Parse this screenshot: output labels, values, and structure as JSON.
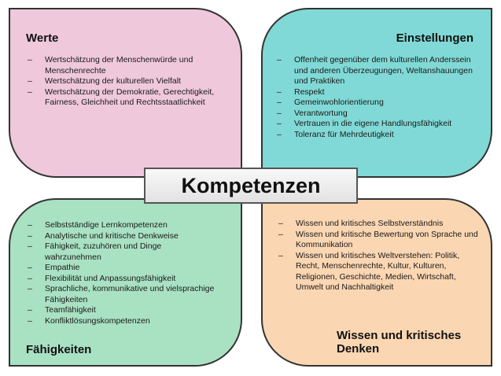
{
  "center_label": "Kompetenzen",
  "werte": {
    "title": "Werte",
    "items": [
      "Wertschätzung der Menschenwürde und Menschenrechte",
      "Wertschätzung der kulturellen Vielfalt",
      "Wertschätzung der Demokratie, Gerechtigkeit, Fairness, Gleichheit und Rechtsstaatlichkeit"
    ]
  },
  "einstellungen": {
    "title": "Einstellungen",
    "items": [
      "Offenheit gegenüber dem kulturellen Anderssein und anderen Überzeugungen, Weltanshauungen und Praktiken",
      "Respekt",
      "Gemeinwohlorientierung",
      "Verantwortung",
      "Vertrauen in die eigene Handlungsfähigkeit",
      "Toleranz für Mehrdeutigkeit"
    ]
  },
  "faehigkeiten": {
    "title": "Fähigkeiten",
    "items": [
      "Selbstständige Lernkompetenzen",
      "Analytische und kritische Denkweise",
      "Fähigkeit, zuzuhören und Dinge wahrzunehmen",
      "Empathie",
      "Flexibilität und Anpassungsfähigkeit",
      "Sprachliche, kommunikative und vielsprachige Fähigkeiten",
      "Teamfähigkeit",
      "Konfliktlösungskompetenzen"
    ]
  },
  "wissen": {
    "title": "Wissen und kritisches Denken",
    "items": [
      "Wissen und kritisches Selbstverständnis",
      "Wissen und kritische Bewertung von Sprache und Kommunikation",
      "Wissen und kritisches Weltverstehen: Politik, Recht, Menschenrechte, Kultur, Kulturen, Religionen, Geschichte, Medien, Wirtschaft, Umwelt und Nachhaltigkeit"
    ]
  }
}
